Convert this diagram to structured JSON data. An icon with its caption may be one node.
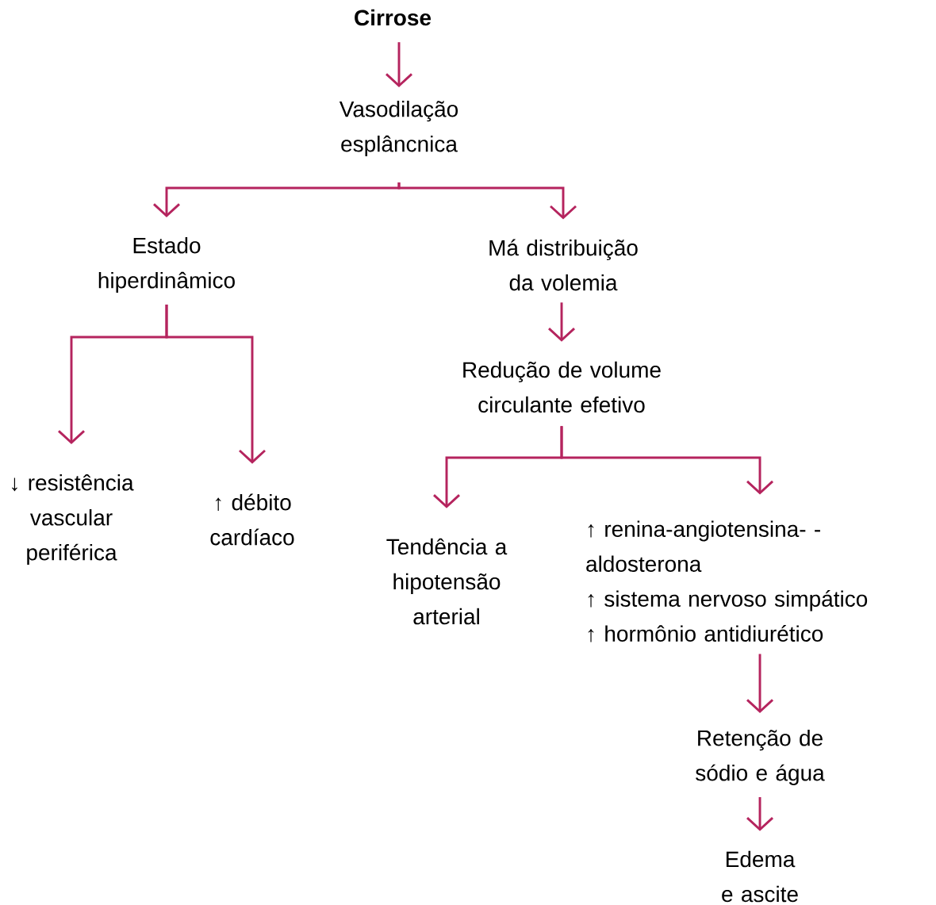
{
  "diagram": {
    "nodes": [
      {
        "text": [
          "Cirrose"
        ]
      },
      {
        "text": [
          "Vasodilação esplâncnica"
        ]
      },
      {
        "text": [
          "Estado hiperdinâmico"
        ]
      },
      {
        "text": [
          "Má distribuição da volemia"
        ]
      },
      {
        "text": [
          "Redução de volume circulante efetivo"
        ]
      },
      {
        "text": [
          "↓ resistência vascular periférica"
        ]
      },
      {
        "text": [
          "↑ débito cardíaco"
        ]
      },
      {
        "text": [
          "Tendência a hipotensão arterial"
        ]
      },
      {
        "text": [
          "↑ renina-angiotensina- -aldosterona",
          "↑ sistema nervoso simpático",
          "↑ hormônio antidiurético"
        ]
      },
      {
        "text": [
          "Retenção de sódio e água"
        ]
      },
      {
        "text": [
          "Edema e ascite"
        ]
      }
    ],
    "edges": [
      {
        "from": 0,
        "to": 1,
        "arrow": "to"
      },
      {
        "from": 1,
        "to": 2,
        "arrow": "to"
      },
      {
        "from": 1,
        "to": 3,
        "arrow": "to"
      },
      {
        "from": 2,
        "to": 5,
        "arrow": "to"
      },
      {
        "from": 2,
        "to": 6,
        "arrow": "to"
      },
      {
        "from": 3,
        "to": 4,
        "arrow": "to"
      },
      {
        "from": 4,
        "to": 7,
        "arrow": "to"
      },
      {
        "from": 4,
        "to": 8,
        "arrow": "to"
      },
      {
        "from": 8,
        "to": 9,
        "arrow": "to"
      },
      {
        "from": 9,
        "to": 10,
        "arrow": "to"
      }
    ]
  }
}
